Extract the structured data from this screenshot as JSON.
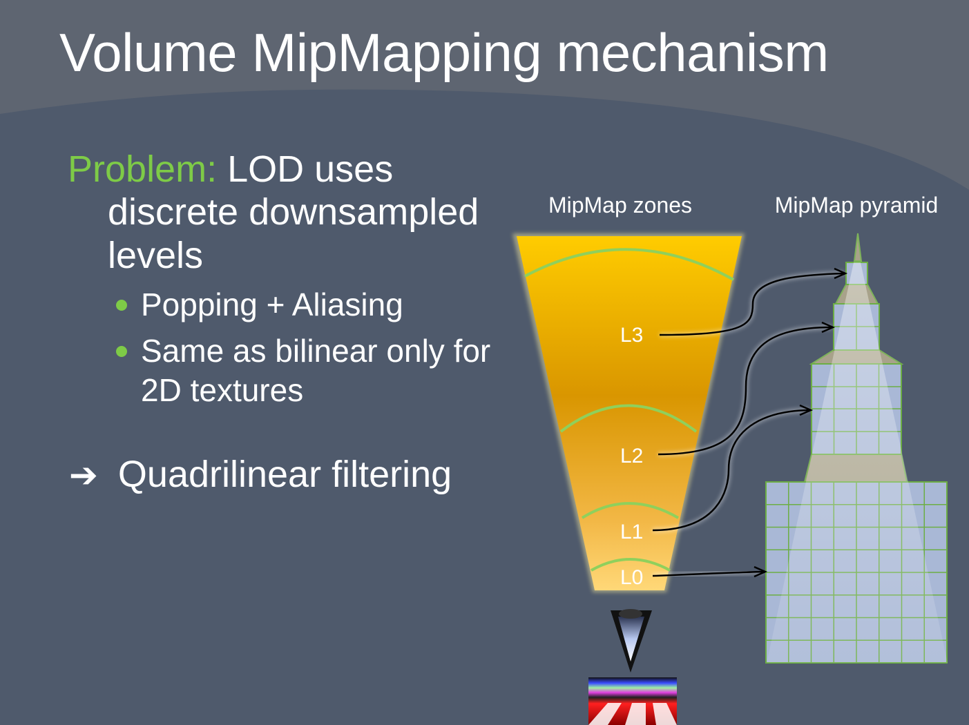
{
  "slide": {
    "title": "Volume MipMapping mechanism",
    "problem_label": "Problem:",
    "problem_text_1": "LOD uses",
    "problem_text_2": "discrete downsampled",
    "problem_text_3": "levels",
    "sub_bullets": [
      {
        "line1": "Popping + Aliasing",
        "line2": ""
      },
      {
        "line1": "Same as bilinear only for",
        "line2": "2D textures"
      }
    ],
    "conclusion_arrow": "➔",
    "conclusion": "Quadrilinear filtering"
  },
  "diagram": {
    "zones_label": "MipMap zones",
    "pyramid_label": "MipMap pyramid",
    "levels": [
      "L3",
      "L2",
      "L1",
      "L0"
    ],
    "colors": {
      "accent_green": "#7ecb47",
      "frustum_top": "#ffcc00",
      "frustum_bottom": "#ffd878",
      "pyramid_cell": "#a9b8d6",
      "pyramid_frustum": "#a8a28a"
    }
  }
}
